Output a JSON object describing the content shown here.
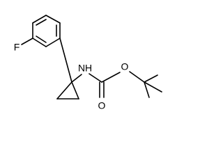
{
  "molecule": {
    "atoms": {
      "fluorine": "F",
      "amine_nitrogen": "N",
      "amine_hydrogen": "H",
      "carbonyl_oxygen": "O",
      "ester_oxygen": "O"
    }
  }
}
